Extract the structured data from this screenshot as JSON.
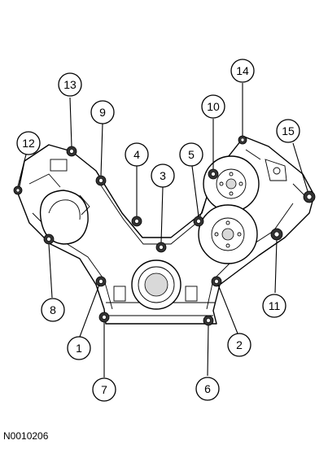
{
  "figure": {
    "reference_code": "N0010206",
    "callouts": [
      {
        "label": "1"
      },
      {
        "label": "2"
      },
      {
        "label": "3"
      },
      {
        "label": "4"
      },
      {
        "label": "5"
      },
      {
        "label": "6"
      },
      {
        "label": "7"
      },
      {
        "label": "8"
      },
      {
        "label": "9"
      },
      {
        "label": "10"
      },
      {
        "label": "11"
      },
      {
        "label": "12"
      },
      {
        "label": "13"
      },
      {
        "label": "14"
      },
      {
        "label": "15"
      }
    ]
  }
}
